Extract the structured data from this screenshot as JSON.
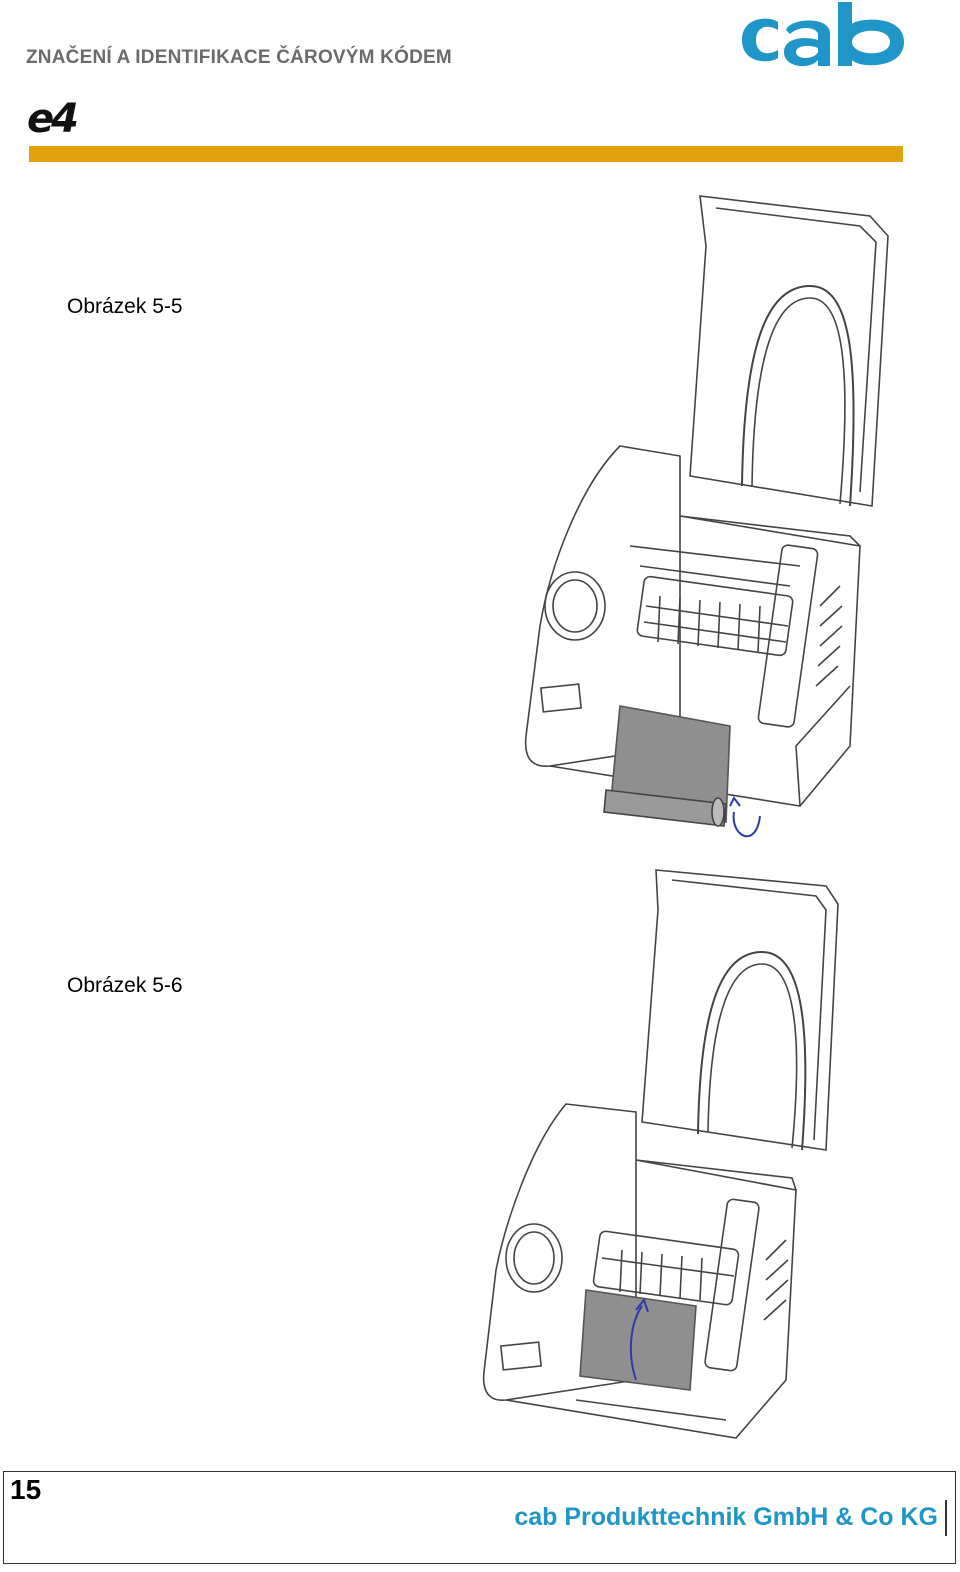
{
  "header": {
    "title": "ZNAČENÍ A IDENTIFIKACE ČÁROVÝM KÓDEM",
    "brand_logo": "cab",
    "model_logo": "e4",
    "accent_color": "#e2a10f",
    "brand_color": "#1f96c7"
  },
  "figures": [
    {
      "caption": "Obrázek 5-5",
      "image": "printer-ribbon-unwind-illustration"
    },
    {
      "caption": "Obrázek 5-6",
      "image": "printer-ribbon-rewind-illustration"
    }
  ],
  "footer": {
    "page_number": "15",
    "company": "cab Produkttechnik GmbH & Co KG"
  }
}
